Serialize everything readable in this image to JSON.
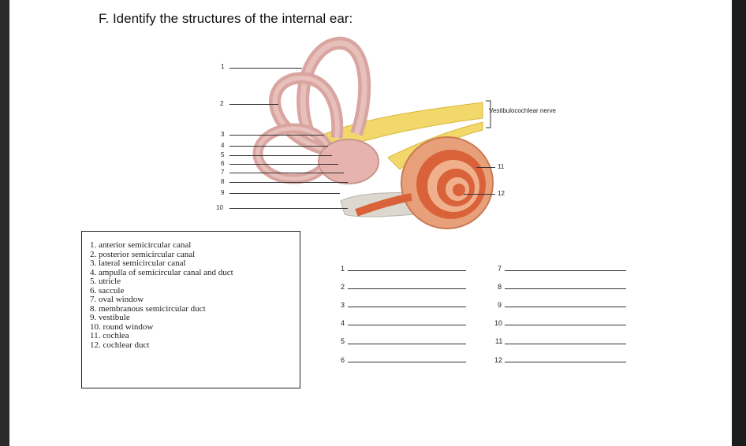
{
  "title": "F. Identify the structures of the internal ear:",
  "figure": {
    "labels": [
      "1",
      "2",
      "3",
      "4",
      "5",
      "6",
      "7",
      "8",
      "9",
      "10"
    ],
    "right_labels": [
      "11",
      "12"
    ],
    "nerve_label": "Vestibulocochlear nerve"
  },
  "key": [
    "1. anterior semicircular canal",
    "2. posterior semicircular canal",
    "3. lateral semicircular canal",
    "4. ampulla of semicircular canal and duct",
    "5. utricle",
    "6. saccule",
    "7. oval window",
    "8. membranous semicircular duct",
    "9. vestibule",
    "10. round window",
    "11. cochlea",
    "12. cochlear duct"
  ],
  "answers_left": [
    "1",
    "2",
    "3",
    "4",
    "5",
    "6"
  ],
  "answers_right": [
    "7",
    "8",
    "9",
    "10",
    "11",
    "12"
  ]
}
